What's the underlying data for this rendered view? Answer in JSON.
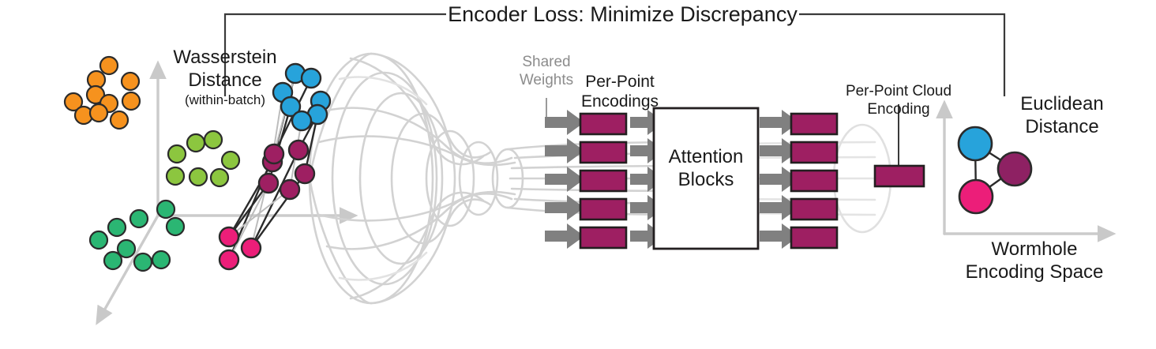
{
  "figure": {
    "title": "Encoder Loss: Minimize Discrepancy",
    "type": "architecture-diagram"
  },
  "labels": {
    "encoder_loss": "Encoder Loss: Minimize Discrepancy",
    "wasserstein_line1": "Wasserstein",
    "wasserstein_line2": "Distance",
    "wasserstein_sub": "(within-batch)",
    "shared_weights_l1": "Shared",
    "shared_weights_l2": "Weights",
    "per_point_encodings_l1": "Per-Point",
    "per_point_encodings_l2": "Encodings",
    "attention_blocks_l1": "Attention",
    "attention_blocks_l2": "Blocks",
    "per_point_cloud_encoding_l1": "Per-Point Cloud",
    "per_point_cloud_encoding_l2": "Encoding",
    "euclidean_l1": "Euclidean",
    "euclidean_l2": "Distance",
    "wormhole_space_l1": "Wormhole",
    "wormhole_space_l2": "Encoding Space"
  },
  "colors": {
    "orange": "#F6921E",
    "light_green": "#8CC63F",
    "teal_green": "#2BB673",
    "blue": "#27A3DB",
    "magenta": "#9E1F62",
    "dark_magenta": "#8E2163",
    "pink": "#EC1E79",
    "gray_arrow": "#808080",
    "gray_light": "#CCCCCC",
    "stroke_dark": "#231F20",
    "background": "#FFFFFF"
  },
  "chart_data": {
    "type": "scatter",
    "title": "Encoder Loss: Minimize Discrepancy",
    "grid": false,
    "description": "Left: 3D input point-cloud space with four colored clusters; batch points are mapped through a wormhole encoder to per-point encodings, attention blocks and a pooled per-point-cloud encoding; right: 2D wormhole encoding space with three encoded clouds.",
    "series": [
      {
        "name": "orange-cluster",
        "color": "#F6921E",
        "points": [
          [
            138,
            83
          ],
          [
            122,
            101
          ],
          [
            165,
            103
          ],
          [
            121,
            120
          ],
          [
            138,
            131
          ],
          [
            93,
            129
          ],
          [
            106,
            146
          ],
          [
            125,
            143
          ],
          [
            151,
            152
          ],
          [
            166,
            128
          ]
        ]
      },
      {
        "name": "light-green-cluster",
        "color": "#8CC63F",
        "points": [
          [
            248,
            181
          ],
          [
            270,
            177
          ],
          [
            224,
            195
          ],
          [
            292,
            203
          ],
          [
            222,
            223
          ],
          [
            251,
            224
          ],
          [
            278,
            225
          ]
        ]
      },
      {
        "name": "teal-cluster",
        "color": "#2BB673",
        "points": [
          [
            210,
            265
          ],
          [
            176,
            277
          ],
          [
            222,
            287
          ],
          [
            125,
            304
          ],
          [
            148,
            288
          ],
          [
            160,
            315
          ],
          [
            181,
            332
          ],
          [
            143,
            330
          ],
          [
            204,
            329
          ]
        ]
      },
      {
        "name": "batch-blue",
        "color": "#27A3DB",
        "points": [
          [
            374,
            93
          ],
          [
            394,
            99
          ],
          [
            358,
            117
          ],
          [
            406,
            128
          ],
          [
            368,
            135
          ],
          [
            402,
            145
          ],
          [
            382,
            153
          ]
        ]
      },
      {
        "name": "batch-magenta",
        "color": "#9E1F62",
        "points": [
          [
            345,
            205
          ],
          [
            347,
            195
          ],
          [
            378,
            190
          ],
          [
            386,
            220
          ],
          [
            340,
            232
          ],
          [
            367,
            240
          ]
        ]
      },
      {
        "name": "batch-pink",
        "color": "#EC1E79",
        "points": [
          [
            290,
            300
          ],
          [
            318,
            314
          ],
          [
            290,
            329
          ]
        ]
      }
    ],
    "encoding_space_nodes": [
      {
        "name": "blue-cloud",
        "color": "#27A3DB",
        "x": 1235,
        "y": 182
      },
      {
        "name": "magenta-cloud",
        "color": "#8E2163",
        "x": 1285,
        "y": 214
      },
      {
        "name": "pink-cloud",
        "color": "#EC1E79",
        "x": 1236,
        "y": 249
      }
    ],
    "encoding_space_edges": [
      [
        "blue-cloud",
        "magenta-cloud"
      ],
      [
        "blue-cloud",
        "pink-cloud"
      ],
      [
        "pink-cloud",
        "magenta-cloud"
      ]
    ],
    "per_point_encoding_rows": 5,
    "per_point_cloud_encoding_count": 1,
    "xlabel": "Wormhole Encoding Space",
    "ylabel": "",
    "legend": []
  }
}
